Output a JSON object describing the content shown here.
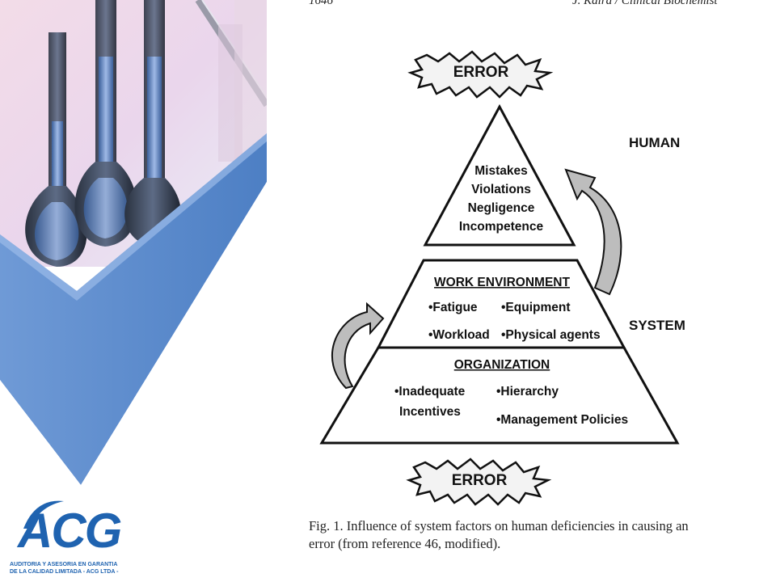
{
  "page_header": {
    "page_number": "1646",
    "running_title": "J. Kalra / Clinical Biochemist"
  },
  "diagram": {
    "top_burst": "ERROR",
    "bottom_burst": "ERROR",
    "human_label": "HUMAN",
    "system_label": "SYSTEM",
    "human_factors": [
      "Mistakes",
      "Violations",
      "Negligence",
      "Incompetence"
    ],
    "work_environment": {
      "title": "WORK ENVIRONMENT",
      "left": [
        "•Fatigue",
        "•Workload"
      ],
      "right": [
        "•Equipment",
        "•Physical agents"
      ]
    },
    "organization": {
      "title": "ORGANIZATION",
      "left": [
        "•Inadequate",
        "Incentives"
      ],
      "right": [
        "•Hierarchy",
        "•Management Policies"
      ]
    }
  },
  "caption": {
    "line1": "Fig. 1. Influence of system factors on human deficiencies in causing an",
    "line2": "error (from reference 46, modified)."
  },
  "logo": {
    "name": "ACG",
    "tagline1": "AUDITORIA Y ASESORIA EN GARANTIA",
    "tagline2": "DE LA CALIDAD LIMITADA - ACG LTDA -"
  },
  "colors": {
    "brand_blue": "#1f63b0",
    "panel_blue": "#5f8fd0",
    "arrow_gray": "#b8b8b8"
  }
}
